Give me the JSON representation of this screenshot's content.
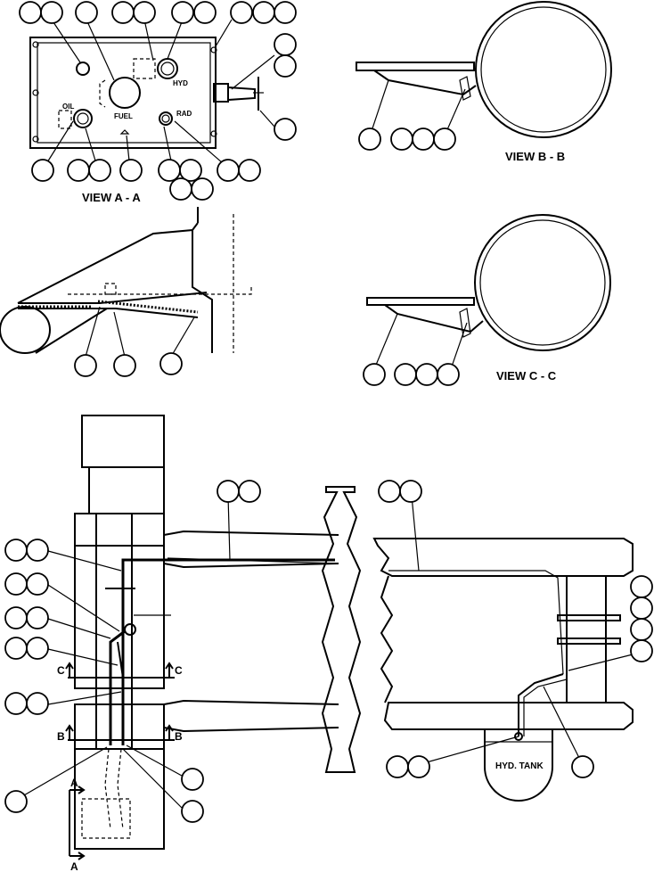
{
  "labels": {
    "view_a": "VIEW A - A",
    "view_b": "VIEW B - B",
    "view_c": "VIEW C - C",
    "hyd": "HYD",
    "fuel": "FUEL",
    "oil": "OIL",
    "rad": "RAD",
    "hyd_tank": "HYD. TANK",
    "sec_c": "C",
    "sec_b": "B",
    "sec_a": "A"
  }
}
